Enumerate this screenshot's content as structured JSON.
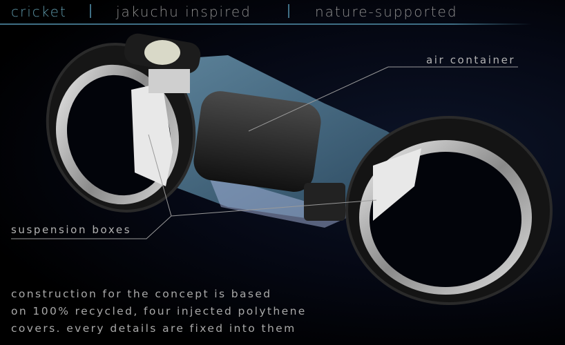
{
  "header": {
    "items": [
      "cricket",
      "jakuchu inspired",
      "nature-supported"
    ],
    "accent_color": "#5d97a8"
  },
  "callouts": {
    "air_container": "air container",
    "suspension_boxes": "suspension boxes"
  },
  "description": {
    "lines": [
      "construction for the concept is  based",
      "on 100% recycled, four injected polythene",
      "covers. every details are fixed into them"
    ]
  }
}
